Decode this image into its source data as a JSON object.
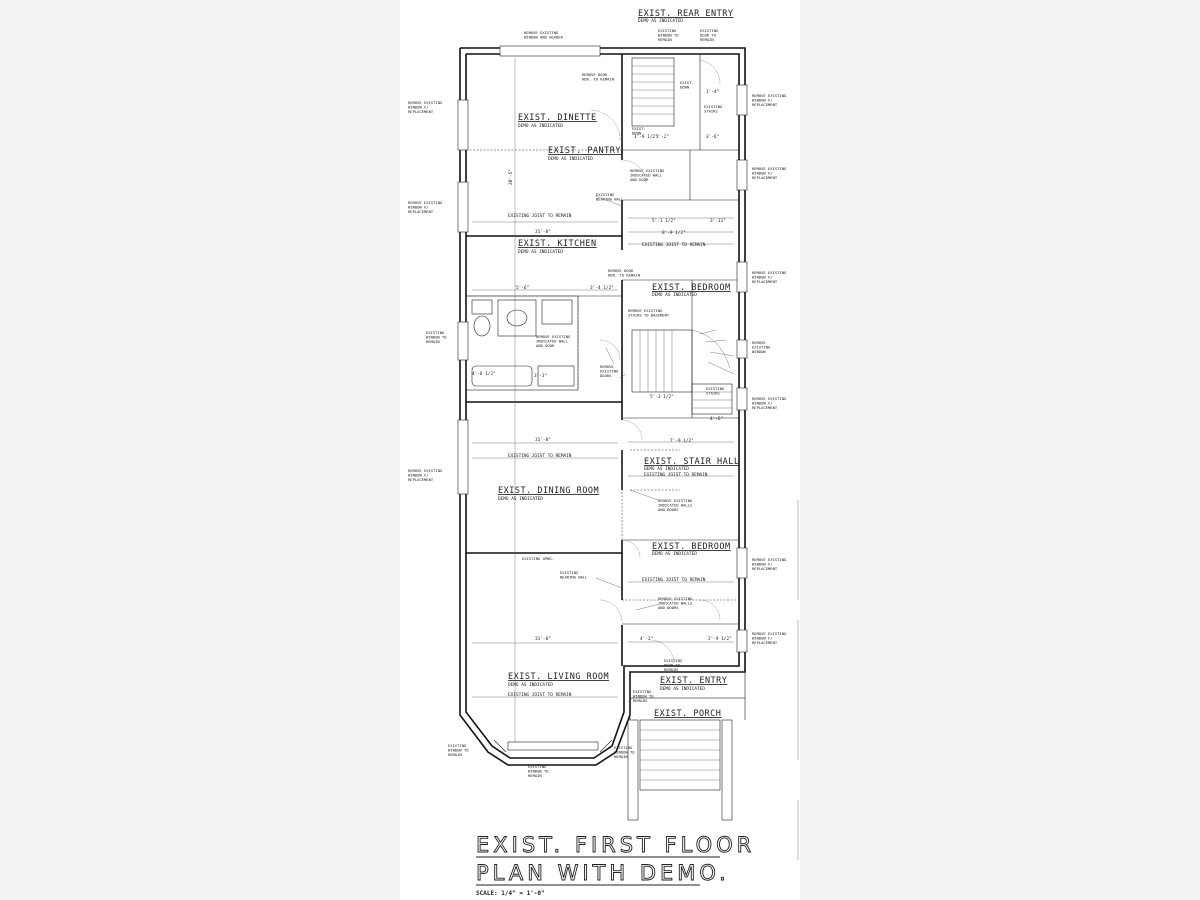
{
  "sheet": {
    "title_line1": "EXIST. FIRST FLOOR",
    "title_line2": "PLAN WITH DEMO.",
    "scale": "SCALE: 1/4\" = 1'-0\""
  },
  "rooms": {
    "rear_entry": {
      "name": "EXIST. REAR ENTRY",
      "sub": "DEMO AS INDICATED"
    },
    "dinette": {
      "name": "EXIST. DINETTE",
      "sub": "DEMO AS INDICATED"
    },
    "pantry": {
      "name": "EXIST. PANTRY",
      "sub": "DEMO AS INDICATED"
    },
    "kitchen": {
      "name": "EXIST. KITCHEN",
      "sub": "DEMO AS INDICATED"
    },
    "bedroom_rear": {
      "name": "EXIST. BEDROOM",
      "sub": "DEMO AS INDICATED"
    },
    "stair_hall": {
      "name": "EXIST. STAIR HALL",
      "sub": "DEMO AS INDICATED"
    },
    "dining": {
      "name": "EXIST. DINING ROOM",
      "sub": "DEMO AS INDICATED"
    },
    "bedroom_front": {
      "name": "EXIST. BEDROOM",
      "sub": "DEMO AS INDICATED"
    },
    "living": {
      "name": "EXIST. LIVING ROOM",
      "sub": "DEMO AS INDICATED"
    },
    "entry": {
      "name": "EXIST. ENTRY",
      "sub": "DEMO AS INDICATED"
    },
    "porch": {
      "name": "EXIST. PORCH"
    }
  },
  "notes": {
    "top_window": [
      "REMOVE EXISTING",
      "WINDOW AND HEADER"
    ],
    "rear_window_remain": [
      "EXISTING",
      "WINDOW TO",
      "REMAIN"
    ],
    "rear_door_remain": [
      "EXISTING",
      "DOOR TO",
      "REMAIN"
    ],
    "remove_door_hdr": [
      "REMOVE DOOR",
      "HDR. TO REMAIN"
    ],
    "exist_down": [
      "EXIST.",
      "DOWN"
    ],
    "exist_stairs": [
      "EXISTING",
      "STAIRS"
    ],
    "exist_down2": [
      "EXIST.",
      "DOWN"
    ],
    "l_win_1": [
      "REMOVE EXISTING",
      "WINDOW F/",
      "REPLACEMENT"
    ],
    "l_win_2": [
      "REMOVE EXISTING",
      "WINDOW F/",
      "REPLACEMENT"
    ],
    "l_win_remain": [
      "EXISTING",
      "WINDOW TO",
      "REMAIN"
    ],
    "l_win_3": [
      "REMOVE EXISTING",
      "WINDOW F/",
      "REPLACEMENT"
    ],
    "r_win_1": [
      "REMOVE EXISTING",
      "WINDOW F/",
      "REPLACEMENT"
    ],
    "r_win_2": [
      "REMOVE EXISTING",
      "WINDOW F/",
      "REPLACEMENT"
    ],
    "r_win_3": [
      "REMOVE EXISTING",
      "WINDOW F/",
      "REPLACEMENT"
    ],
    "r_win_4": [
      "REMOVE",
      "EXISTING",
      "WINDOW"
    ],
    "r_win_5": [
      "REMOVE EXISTING",
      "WINDOW F/",
      "REPLACEMENT"
    ],
    "r_win_6": [
      "REMOVE EXISTING",
      "WINDOW F/",
      "REPLACEMENT"
    ],
    "r_win_7": [
      "REMOVE EXISTING",
      "WINDOW F/",
      "REPLACEMENT"
    ],
    "pantry_wall": [
      "REMOVE EXISTING",
      "INDICATED WALL",
      "AND DOOR"
    ],
    "bearing_wall_1": [
      "EXISTING",
      "BEARING WALL"
    ],
    "bearing_wall_2": [
      "EXISTING",
      "BEARING WALL"
    ],
    "remove_door_hdr_2": [
      "REMOVE DOOR",
      "HDR. TO REMAIN"
    ],
    "remove_stairs": [
      "REMOVE EXISTING",
      "STAIRS TO BASEMENT"
    ],
    "bath_wall": [
      "REMOVE EXISTING",
      "INDICATED WALL",
      "AND DOOR"
    ],
    "remove_doors": [
      "REMOVE",
      "EXISTING",
      "DOORS"
    ],
    "stair_walls": [
      "REMOVE EXISTING",
      "INDICATED WALLS",
      "AND DOORS"
    ],
    "existing_opng": [
      "EXISTING OPNG."
    ],
    "bed_walls": [
      "REMOVE EXISTING",
      "INDICATED WALLS",
      "AND DOORS"
    ],
    "entry_door": [
      "EXISTING",
      "DOOR TO",
      "REMAIN"
    ],
    "entry_window": [
      "EXISTING",
      "WINDOW TO",
      "REMAIN"
    ],
    "bay_left": [
      "EXISTING",
      "WINDOW TO",
      "REMAIN"
    ],
    "bay_center": [
      "EXISTING",
      "WINDOW TO",
      "REMAIN"
    ],
    "bay_right": [
      "EXISTING",
      "WINDOW TO",
      "REMAIN"
    ],
    "exist_stairs_2": [
      "EXISTING",
      "STAIRS"
    ]
  },
  "joists": {
    "j1": "EXISTING JOIST TO REMAIN",
    "j2": "EXISTING JOIST TO REMAIN",
    "j3": "EXISTING JOIST TO REMAIN",
    "j4": "EXISTING JOIST TO REMAIN",
    "j5": "EXISTING JOIST TO REMAIN",
    "j6": "EXISTING JOIST TO REMAIN"
  },
  "dims": {
    "d_31_a": "31'-8\"",
    "d_31_b": "31'-8\"",
    "d_31_c": "31'-8\"",
    "d_20": "20'-5\"",
    "d_5_1": "5'-1 1/2\"",
    "d_3_11": "3'-11\"",
    "d_8_9": "8'-9 1/2\"",
    "d_3_4": "3'-4 1/2\"",
    "d_5_6": "5'-6\"",
    "d_4_6": "4'-6 1/2\"",
    "d_3_3": "3'-3\"",
    "d_5_3": "5'-3 1/2\"",
    "d_7_9": "7'-9 1/2\"",
    "d_4_2": "4'-2\"",
    "d_2_9": "2'-9 1/2\"",
    "d_1_4": "1'-4\"",
    "d_1_9": "1'-9 1/2\"",
    "d_3_2": "3'-2\"",
    "d_3_6": "3'-6\"",
    "d_4_6b": "4'-6\""
  }
}
